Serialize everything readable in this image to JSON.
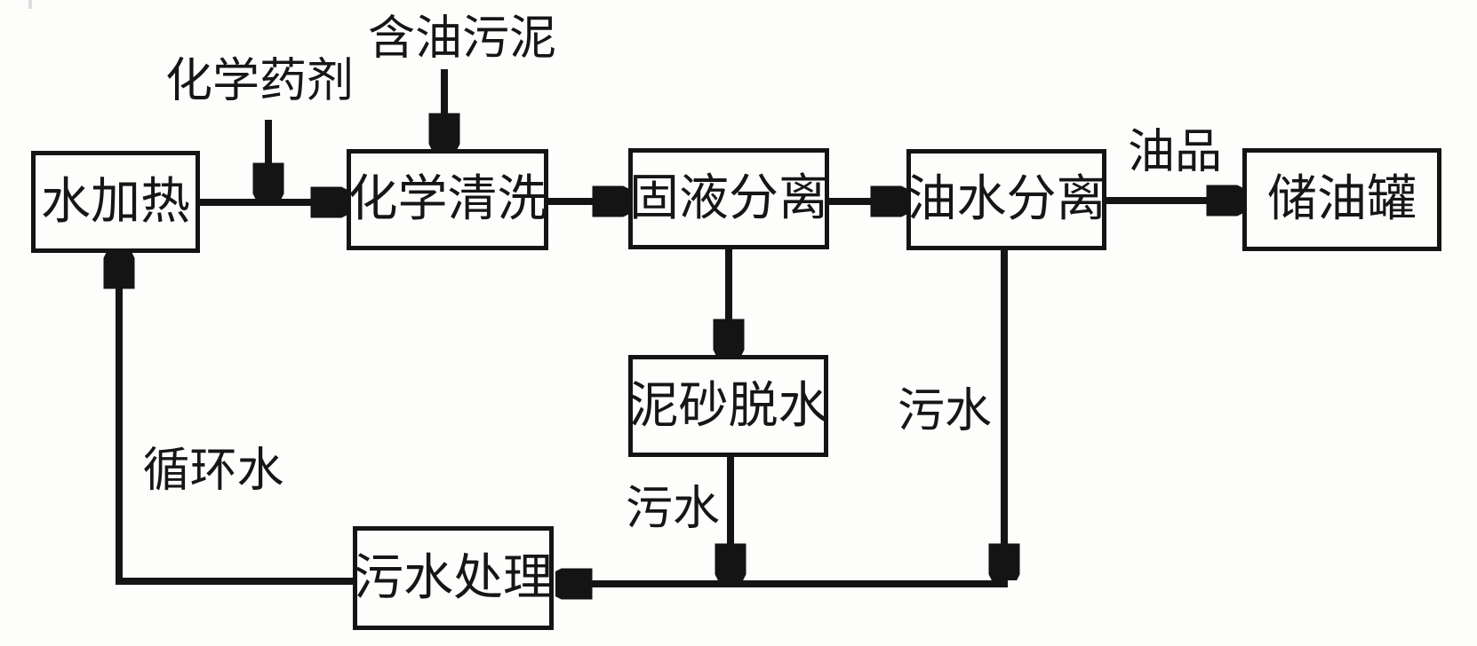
{
  "nodes": {
    "water_heating": "水加热",
    "chemical_cleaning": "化学清洗",
    "solid_liquid_separation": "固液分离",
    "oil_water_separation": "油水分离",
    "oil_storage_tank": "储油罐",
    "sand_dewatering": "泥砂脱水",
    "sewage_treatment": "污水处理"
  },
  "labels": {
    "chemical_agent": "化学药剂",
    "oily_sludge": "含油污泥",
    "oil_product": "油品",
    "sewage_from_oil_water": "污水",
    "sewage_from_dewatering": "污水",
    "circulating_water": "循环水"
  },
  "colors": {
    "line": "#141414",
    "background": "#fdfdfc",
    "text": "#161616"
  }
}
